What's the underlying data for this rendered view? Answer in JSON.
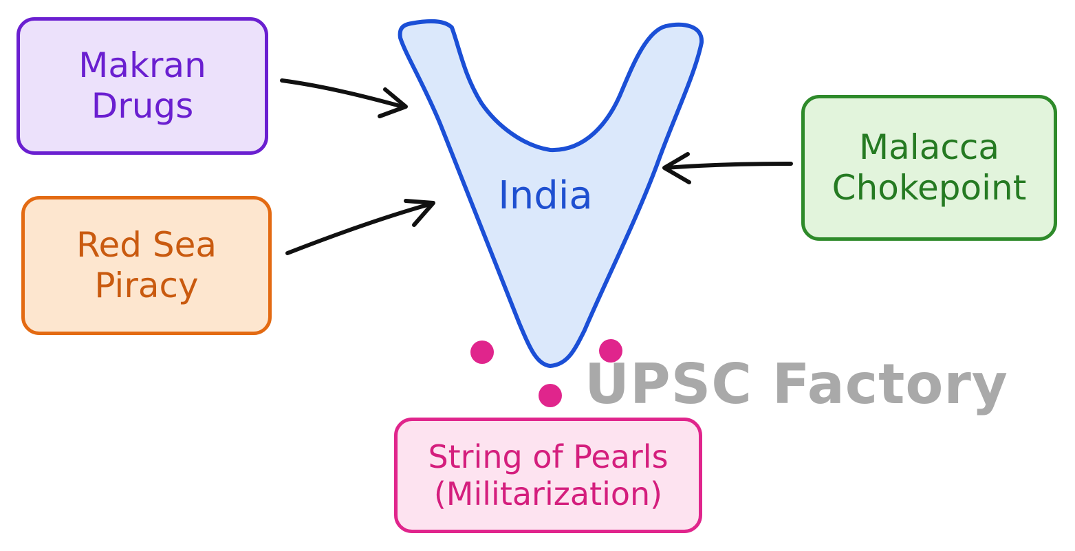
{
  "diagram": {
    "center_label": "India",
    "boxes": {
      "makran": {
        "line1": "Makran",
        "line2": "Drugs"
      },
      "red_sea": {
        "line1": "Red Sea",
        "line2": "Piracy"
      },
      "malacca": {
        "line1": "Malacca",
        "line2": "Chokepoint"
      },
      "pearls": {
        "line1": "String of Pearls",
        "line2": "(Militarization)"
      }
    },
    "watermark": "UPSC Factory",
    "colors": {
      "india_stroke": "#1b4fd6",
      "india_fill": "#dbe8fb",
      "makran": "#6a1fd0",
      "red_sea": "#e36a12",
      "malacca": "#2e8a2a",
      "pearls": "#e0258c",
      "arrow": "#111111",
      "watermark": "#a9a9a9"
    }
  }
}
